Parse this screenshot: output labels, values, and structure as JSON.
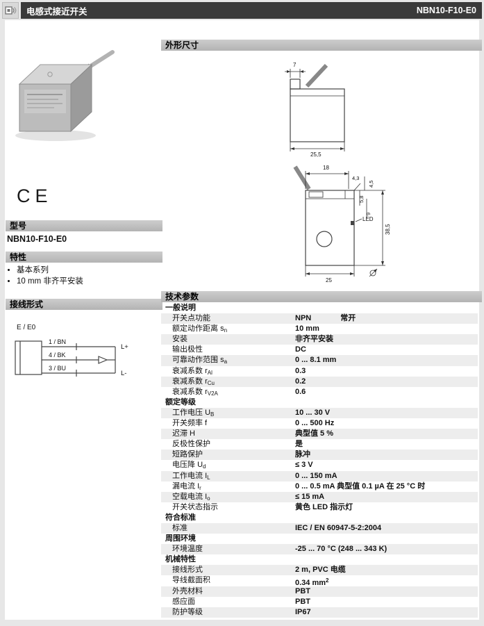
{
  "header": {
    "title": "电感式接近开关",
    "part": "NBN10-F10-E0"
  },
  "left": {
    "ce": "CE",
    "model_title": "型号",
    "model_value": "NBN10-F10-E0",
    "features_title": "特性",
    "features": [
      "基本系列",
      "10 mm 非齐平安装"
    ],
    "wiring_title": "接线形式",
    "wiring": {
      "header": "E / E0",
      "pin1": "1 / BN",
      "pin2": "4 / BK",
      "pin3": "3 / BU",
      "lplus": "L+",
      "lminus": "L-"
    }
  },
  "dims": {
    "title": "外形尺寸",
    "d7": "7",
    "d255": "25,5",
    "d18": "18",
    "d43": "4,3",
    "d45": "4,5",
    "d58": "5,8",
    "d9": "9",
    "d385": "38,5",
    "led": "LED",
    "d25": "25"
  },
  "specs": {
    "title": "技术参数",
    "rows": [
      {
        "label": "一般说明"
      },
      {
        "label": "开关点功能",
        "value": "NPN",
        "value2": "常开"
      },
      {
        "label": "额定动作距离",
        "sym": "s",
        "sub": "n",
        "value": "10 mm"
      },
      {
        "label": "安装",
        "value": "非齐平安装"
      },
      {
        "label": "输出极性",
        "value": "DC"
      },
      {
        "label": "可靠动作范围",
        "sym": "s",
        "sub": "a",
        "value": "0 ... 8.1 mm"
      },
      {
        "label": "衰减系数",
        "sym": "r",
        "sub": "Al",
        "value": "0.3"
      },
      {
        "label": "衰减系数",
        "sym": "r",
        "sub": "Cu",
        "value": "0.2"
      },
      {
        "label": "衰减系数",
        "sym": "r",
        "sub": "V2A",
        "value": "0.6"
      },
      {
        "label": "额定等级"
      },
      {
        "label": "工作电压",
        "sym": "U",
        "sub": "B",
        "value": "10 ... 30 V"
      },
      {
        "label": "开关频率 f",
        "value": "0 ... 500 Hz"
      },
      {
        "label": "迟滞 H",
        "value": "典型值 5 %"
      },
      {
        "label": "反极性保护",
        "value": "是"
      },
      {
        "label": "短路保护",
        "value": "脉冲"
      },
      {
        "label": "电压降",
        "sym": "U",
        "sub": "d",
        "value": "≤ 3 V"
      },
      {
        "label": "工作电流",
        "sym": "I",
        "sub": "L",
        "value": "0 ... 150 mA"
      },
      {
        "label": "漏电流",
        "sym": "I",
        "sub": "r",
        "value": "0 ... 0.5 mA 典型值 0.1 µA 在 25 °C 时"
      },
      {
        "label": "空载电流",
        "sym": "I",
        "sub": "o",
        "value": "≤ 15 mA"
      },
      {
        "label": "开关状态指示",
        "value": "黄色 LED 指示灯"
      },
      {
        "label": "符合标准"
      },
      {
        "label": "标准",
        "value": "IEC / EN 60947-5-2:2004"
      },
      {
        "label": "周围环境"
      },
      {
        "label": "环境温度",
        "value": "-25 ... 70 °C (248 ... 343 K)"
      },
      {
        "label": "机械特性"
      },
      {
        "label": "接线形式",
        "value": "2 m, PVC 电缆"
      },
      {
        "label": "导线截面积",
        "value": "0.34 mm",
        "sup": "2"
      },
      {
        "label": "外壳材料",
        "value": "PBT"
      },
      {
        "label": "感应面",
        "value": "PBT"
      },
      {
        "label": "防护等级",
        "value": "IP67"
      }
    ]
  }
}
